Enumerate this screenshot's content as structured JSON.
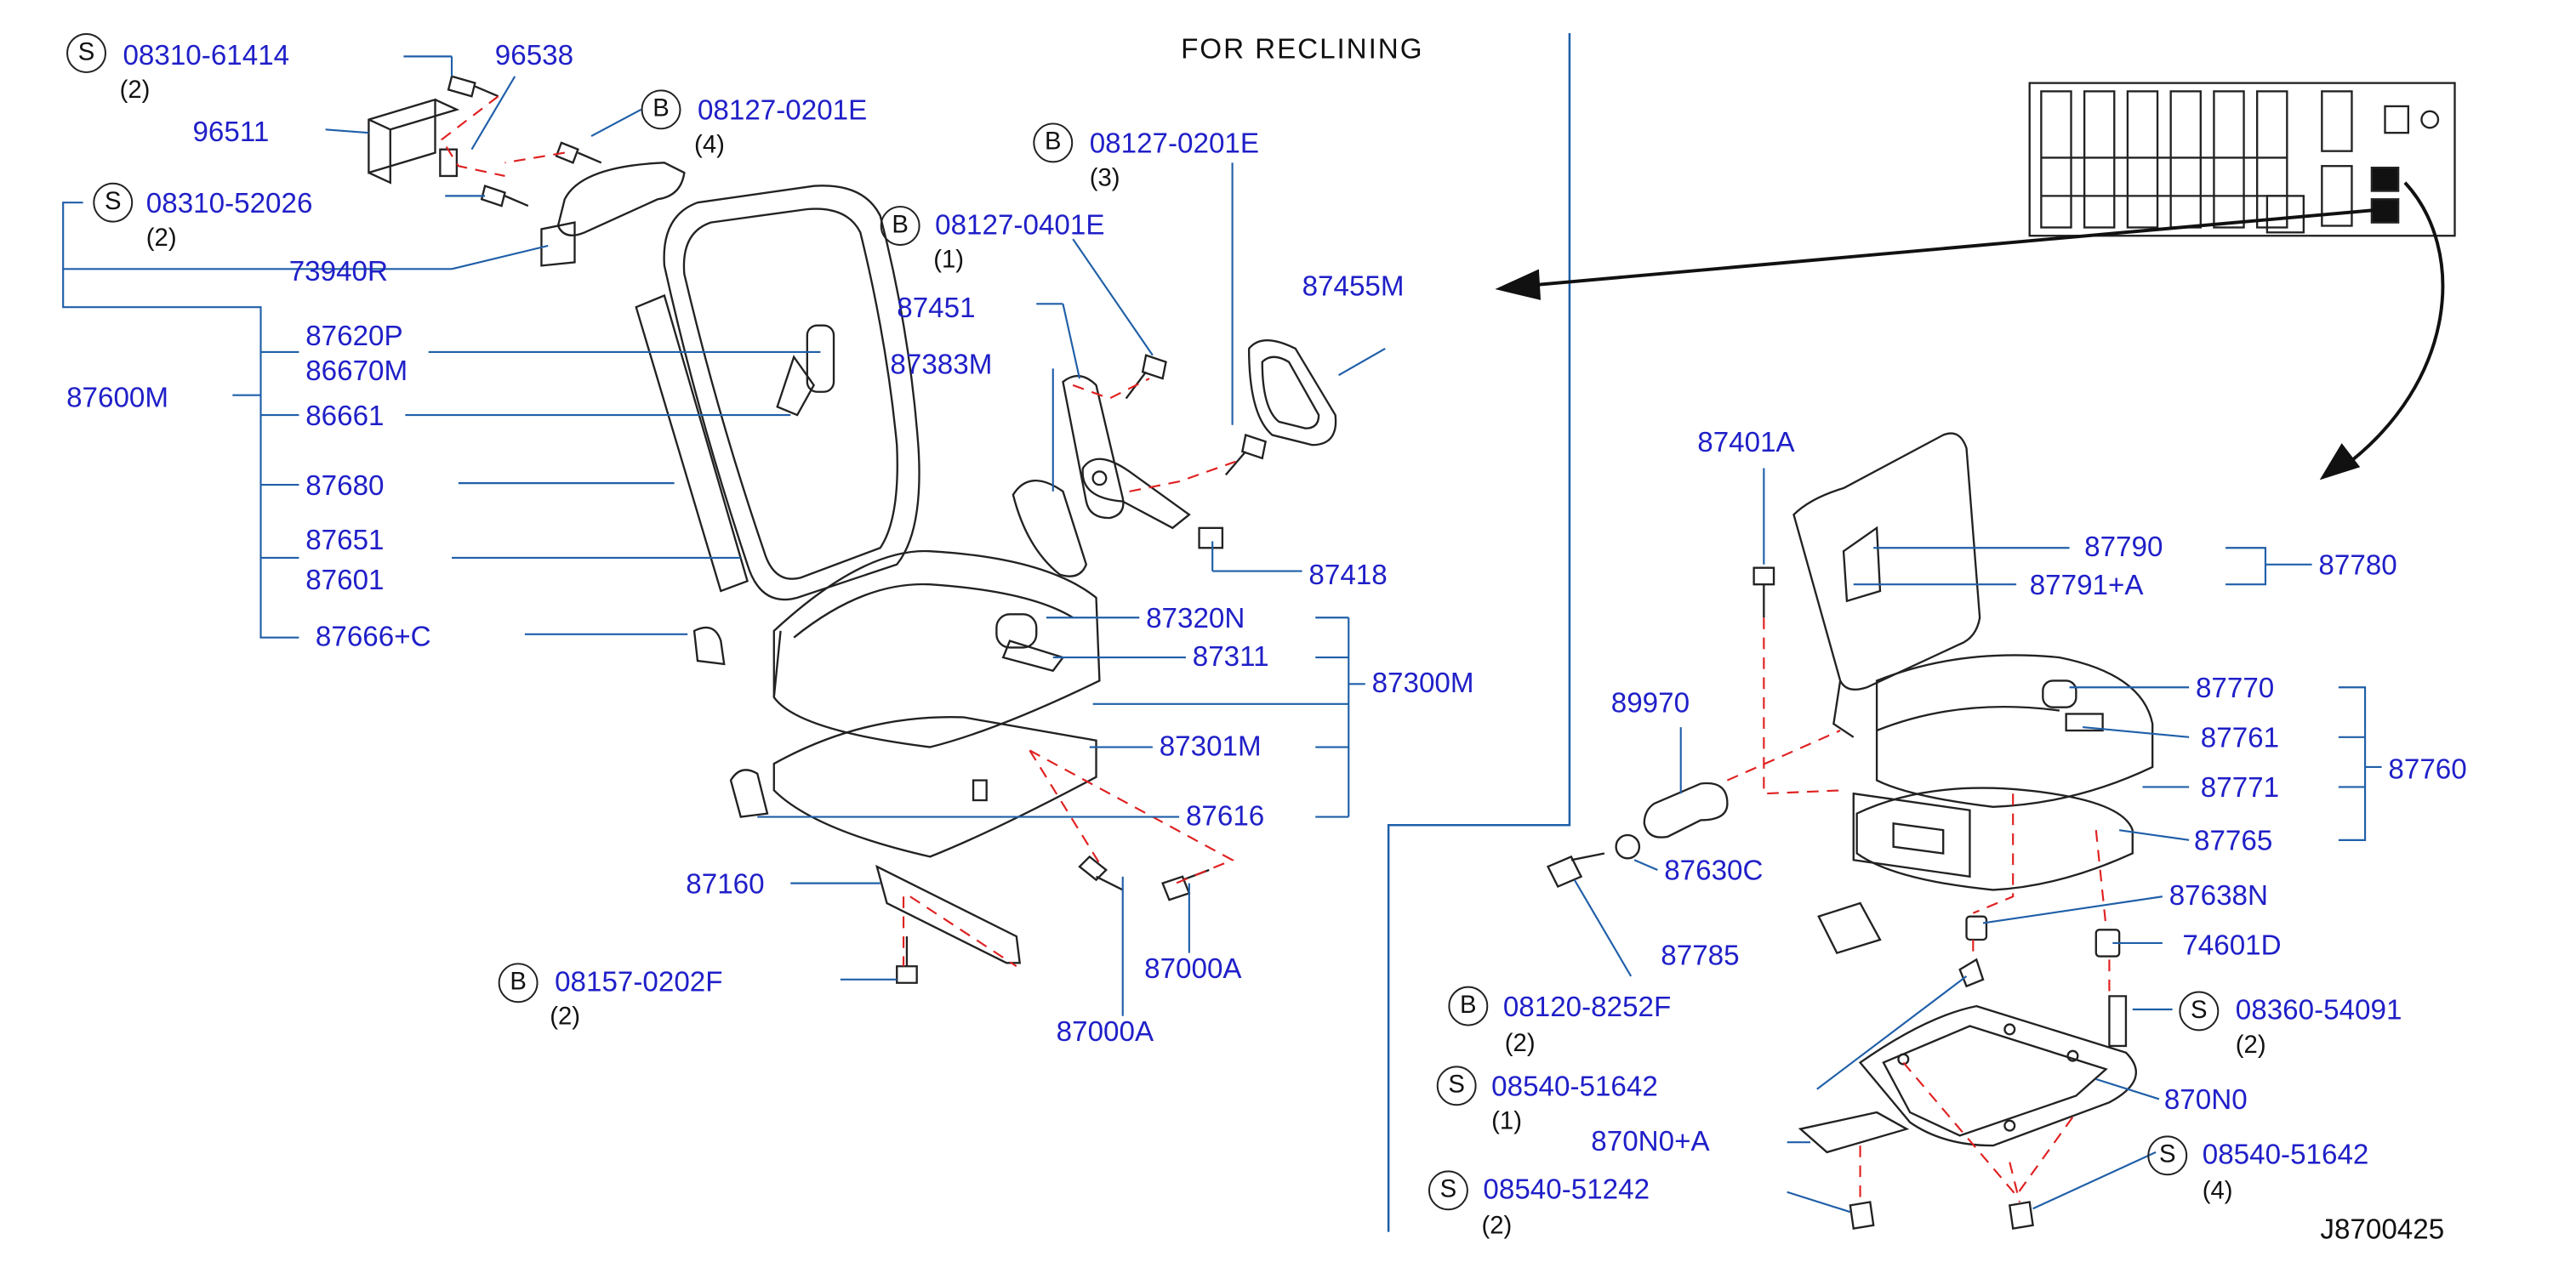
{
  "diagram": {
    "section_title": "FOR RECLINING",
    "reference_code": "J8700425",
    "colors": {
      "label": "#1f1fc8",
      "leader": "#1f5fa8",
      "dash": "#e02020",
      "line": "#222222"
    },
    "callouts": [
      {
        "id": "s1",
        "prefix": "S",
        "text": "08310-61414",
        "qty": "(2)"
      },
      {
        "id": "c96538",
        "text": "96538"
      },
      {
        "id": "c96511",
        "text": "96511"
      },
      {
        "id": "b1",
        "prefix": "B",
        "text": "08127-0201E",
        "qty": "(4)"
      },
      {
        "id": "s2",
        "prefix": "S",
        "text": "08310-52026",
        "qty": "(2)"
      },
      {
        "id": "c73940R",
        "text": "73940R"
      },
      {
        "id": "c87620P",
        "text": "87620P"
      },
      {
        "id": "c86670M",
        "text": "86670M"
      },
      {
        "id": "c87600M",
        "text": "87600M"
      },
      {
        "id": "c86661",
        "text": "86661"
      },
      {
        "id": "c87680",
        "text": "87680"
      },
      {
        "id": "c87651",
        "text": "87651"
      },
      {
        "id": "c87601",
        "text": "87601"
      },
      {
        "id": "c87666C",
        "text": "87666+C"
      },
      {
        "id": "b2",
        "prefix": "B",
        "text": "08127-0201E",
        "qty": "(3)"
      },
      {
        "id": "b3",
        "prefix": "B",
        "text": "08127-0401E",
        "qty": "(1)"
      },
      {
        "id": "c87451",
        "text": "87451"
      },
      {
        "id": "c87383M",
        "text": "87383M"
      },
      {
        "id": "c87455M",
        "text": "87455M"
      },
      {
        "id": "c87418",
        "text": "87418"
      },
      {
        "id": "c87320N",
        "text": "87320N"
      },
      {
        "id": "c87311",
        "text": "87311"
      },
      {
        "id": "c87300M",
        "text": "87300M"
      },
      {
        "id": "c87301M",
        "text": "87301M"
      },
      {
        "id": "c87616",
        "text": "87616"
      },
      {
        "id": "c87160",
        "text": "87160"
      },
      {
        "id": "b4",
        "prefix": "B",
        "text": "08157-0202F",
        "qty": "(2)"
      },
      {
        "id": "c87000A_1",
        "text": "87000A"
      },
      {
        "id": "c87000A_2",
        "text": "87000A"
      },
      {
        "id": "c87401A",
        "text": "87401A"
      },
      {
        "id": "c87790",
        "text": "87790"
      },
      {
        "id": "c87791A",
        "text": "87791+A"
      },
      {
        "id": "c87780",
        "text": "87780"
      },
      {
        "id": "c89970",
        "text": "89970"
      },
      {
        "id": "c87770",
        "text": "87770"
      },
      {
        "id": "c87761",
        "text": "87761"
      },
      {
        "id": "c87760",
        "text": "87760"
      },
      {
        "id": "c87771",
        "text": "87771"
      },
      {
        "id": "c87765",
        "text": "87765"
      },
      {
        "id": "c87630C",
        "text": "87630C"
      },
      {
        "id": "c87638N",
        "text": "87638N"
      },
      {
        "id": "c87785",
        "text": "87785"
      },
      {
        "id": "c74601D",
        "text": "74601D"
      },
      {
        "id": "b5",
        "prefix": "B",
        "text": "08120-8252F",
        "qty": "(2)"
      },
      {
        "id": "s3",
        "prefix": "S",
        "text": "08360-54091",
        "qty": "(2)"
      },
      {
        "id": "s4",
        "prefix": "S",
        "text": "08540-51642",
        "qty": "(1)"
      },
      {
        "id": "c870N0",
        "text": "870N0"
      },
      {
        "id": "c870N0A",
        "text": "870N0+A"
      },
      {
        "id": "s5",
        "prefix": "S",
        "text": "08540-51642",
        "qty": "(4)"
      },
      {
        "id": "s6",
        "prefix": "S",
        "text": "08540-51242",
        "qty": "(2)"
      }
    ]
  }
}
